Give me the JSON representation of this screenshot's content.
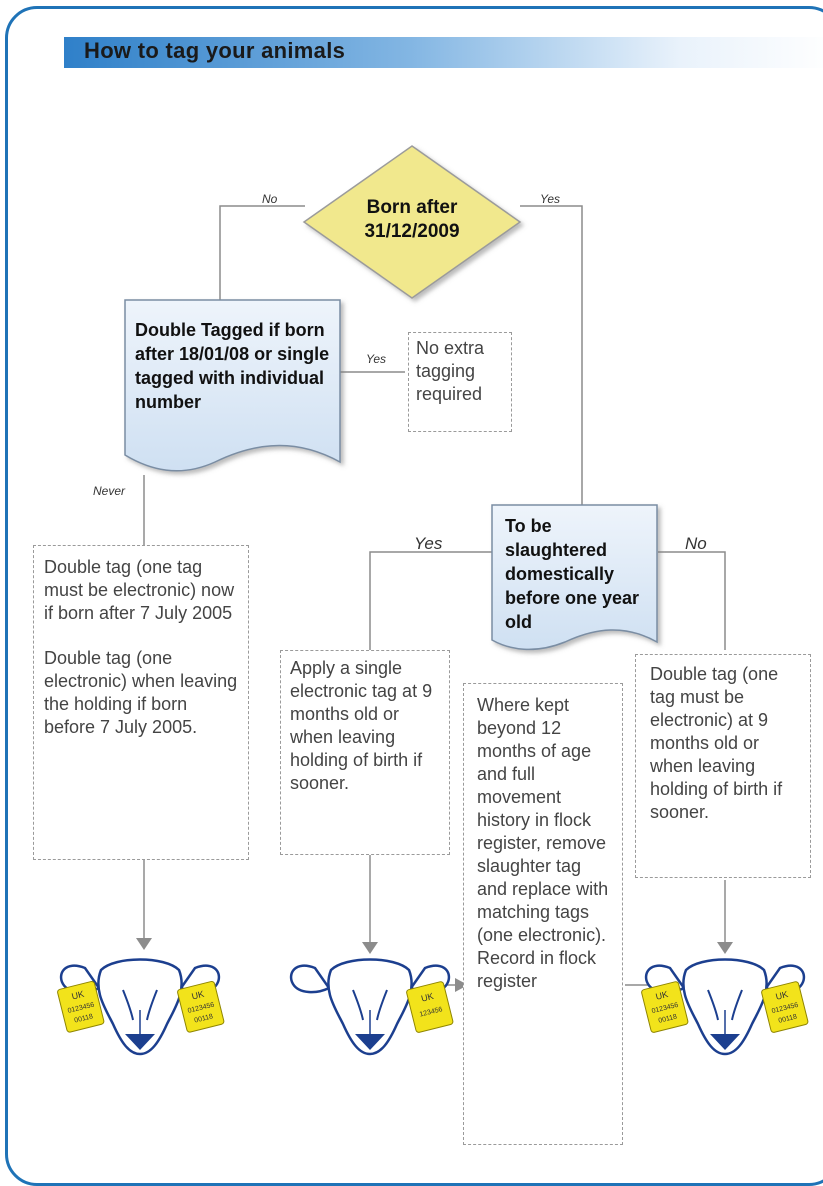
{
  "title": "How to tag your animals",
  "nodes": {
    "born_after": "Born after 31/12/2009",
    "double_tagged": "Double Tagged if born after 18/01/08 or single tagged with individual number",
    "no_extra": "No extra tagging required",
    "slaughtered": "To be slaughtered domestically before one year old",
    "left_box_p1": "Double tag (one tag must be electronic) now if born after 7 July 2005",
    "left_box_p2": "Double tag (one electronic) when leaving the holding if born before 7 July 2005.",
    "middle_box": "Apply a single electronic tag at 9 months old or when leaving holding of birth if sooner.",
    "kept_box": "Where kept beyond 12 months of age and full movement history in flock register, remove slaughter tag and replace with matching tags (one electronic). Record in flock register",
    "right_box": "Double tag (one tag must be electronic) at 9 months old or when leaving holding of birth if sooner."
  },
  "edges": {
    "no_top": "No",
    "yes_top": "Yes",
    "yes_side": "Yes",
    "never": "Never",
    "yes_slaughter": "Yes",
    "no_slaughter": "No"
  },
  "tags": {
    "country": "UK",
    "double_num1": "0123456",
    "double_num2": "00118",
    "single_num": "123456"
  },
  "colors": {
    "frame": "#1f73b7",
    "diamond": "#f1e88d",
    "decision_box": "#d8e6f5",
    "tag": "#f2e31b",
    "connector": "#8c8c8c"
  }
}
